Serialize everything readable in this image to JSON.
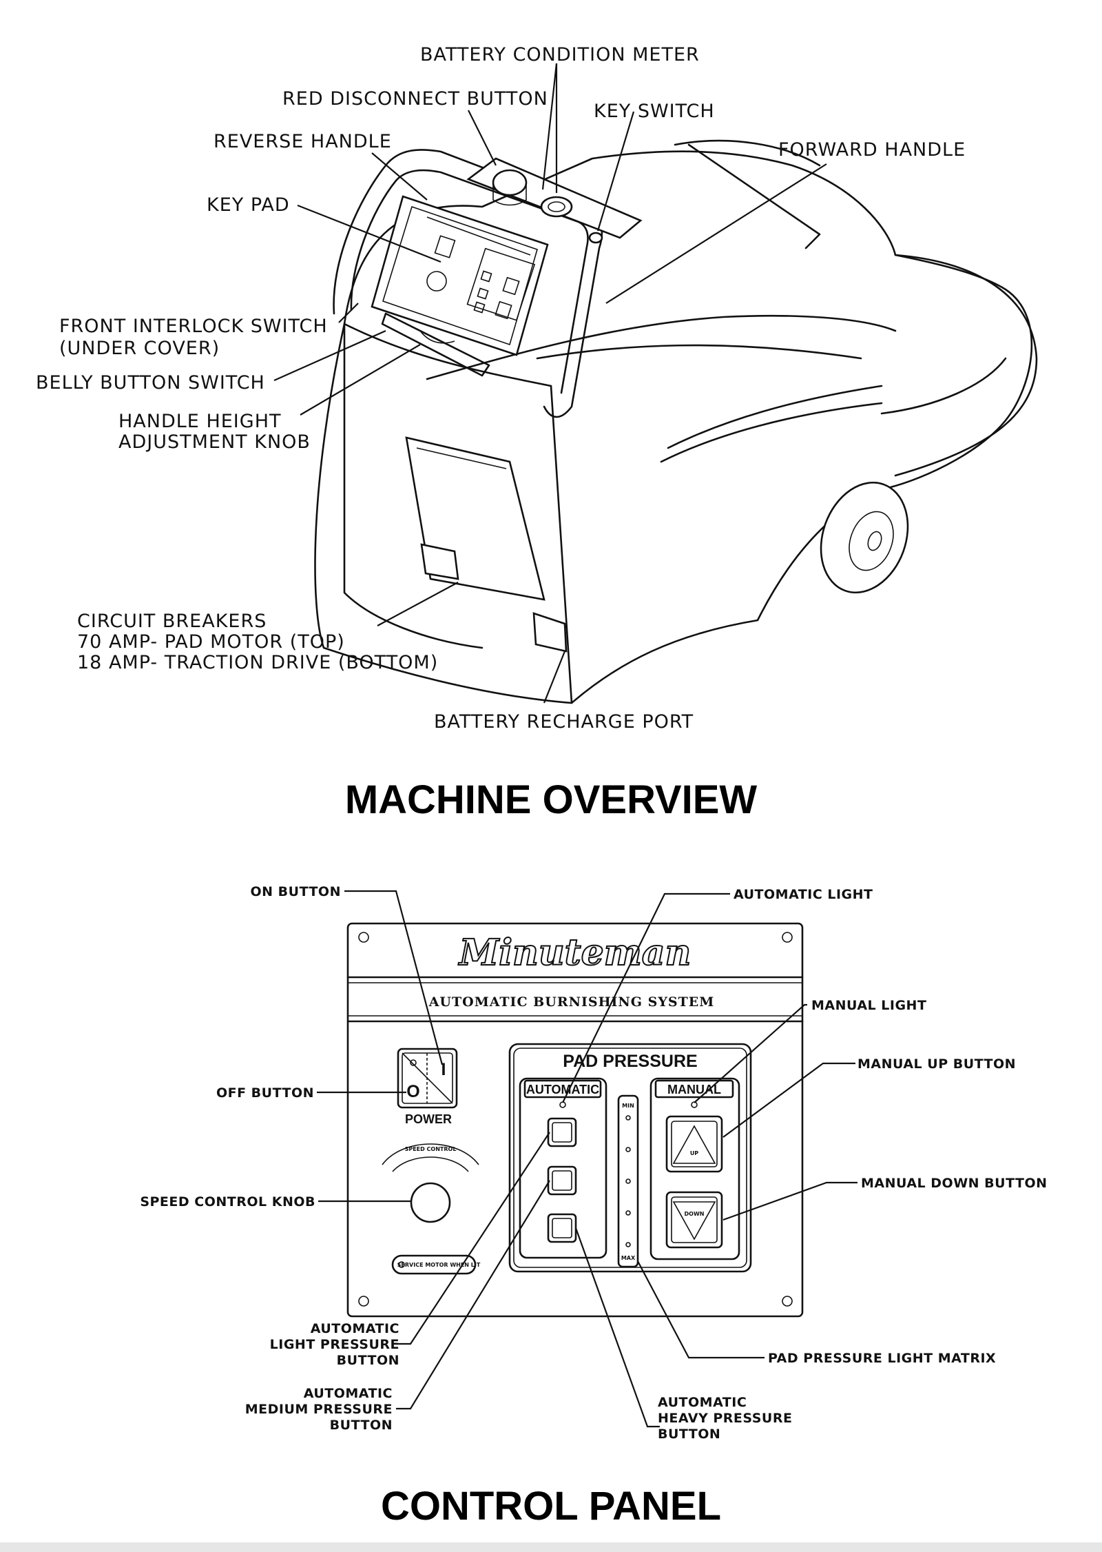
{
  "overview": {
    "title": "MACHINE OVERVIEW",
    "labels": {
      "battery_meter": "BATTERY CONDITION METER",
      "red_disconnect": "RED DISCONNECT BUTTON",
      "key_switch": "KEY SWITCH",
      "reverse_handle": "REVERSE HANDLE",
      "forward_handle": "FORWARD HANDLE",
      "key_pad": "KEY PAD",
      "front_interlock_1": "FRONT INTERLOCK SWITCH",
      "front_interlock_2": "(UNDER COVER)",
      "belly_button": "BELLY BUTTON SWITCH",
      "handle_height_1": "HANDLE HEIGHT",
      "handle_height_2": "ADJUSTMENT KNOB",
      "breakers_1": "CIRCUIT BREAKERS",
      "breakers_2": "70 AMP- PAD MOTOR (TOP)",
      "breakers_3": "18 AMP- TRACTION DRIVE (BOTTOM)",
      "recharge_port": "BATTERY RECHARGE PORT"
    }
  },
  "control_panel": {
    "title": "CONTROL PANEL",
    "brand": "Minuteman",
    "subtitle": "AUTOMATIC BURNISHING SYSTEM",
    "power_label": "POWER",
    "on_glyph": "I",
    "off_glyph": "O",
    "speed_label": "SPEED CONTROL",
    "service_label": "SERVICE MOTOR WHEN LIT",
    "pad_pressure": "PAD PRESSURE",
    "automatic": "AUTOMATIC",
    "manual": "MANUAL",
    "up": "UP",
    "down": "DOWN",
    "min": "MIN",
    "max": "MAX",
    "labels": {
      "on_button": "ON BUTTON",
      "off_button": "OFF BUTTON",
      "speed_knob": "SPEED CONTROL KNOB",
      "auto_light": "AUTOMATIC LIGHT",
      "manual_light": "MANUAL LIGHT",
      "manual_up": "MANUAL UP BUTTON",
      "manual_down": "MANUAL DOWN BUTTON",
      "light_matrix": "PAD PRESSURE LIGHT MATRIX",
      "light_1": "AUTOMATIC",
      "light_2": "LIGHT PRESSURE",
      "light_3": "BUTTON",
      "medium_1": "AUTOMATIC",
      "medium_2": "MEDIUM PRESSURE",
      "medium_3": "BUTTON",
      "heavy_1": "AUTOMATIC",
      "heavy_2": "HEAVY PRESSURE",
      "heavy_3": "BUTTON"
    }
  }
}
